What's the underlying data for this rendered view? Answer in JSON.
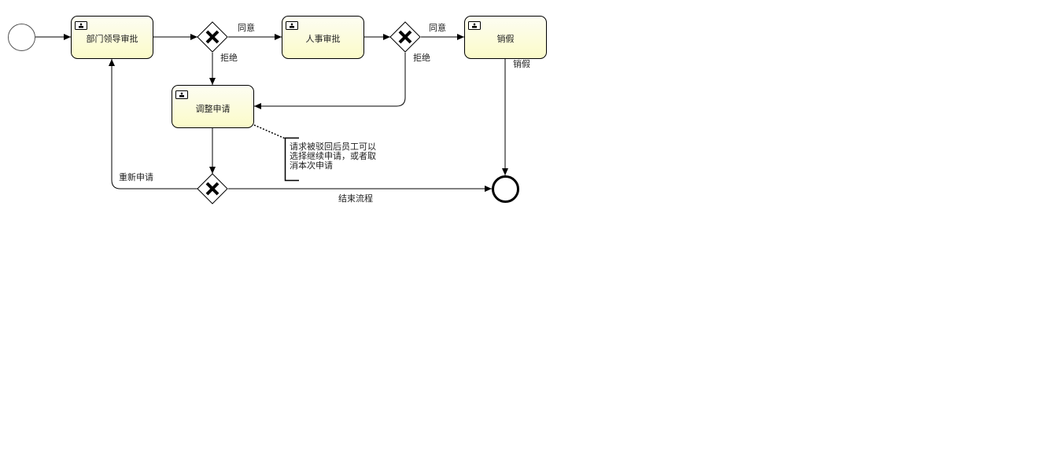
{
  "diagram": {
    "tasks": {
      "dept_approval": "部门领导审批",
      "hr_approval": "人事审批",
      "report_back": "销假",
      "adjust_request": "调整申请"
    },
    "flows": {
      "agree_1": "同意",
      "reject_1": "拒绝",
      "agree_2": "同意",
      "reject_2": "拒绝",
      "report_back_flow": "销假",
      "reapply": "重新申请",
      "end_process": "结束流程"
    },
    "annotation": {
      "line1": "请求被驳回后员工可以",
      "line2": "选择继续申请，或者取",
      "line3": "消本次申请"
    },
    "colors": {
      "task_fill_top": "#fdfdf3",
      "task_fill_bottom": "#fbfbc8",
      "stroke": "#000000"
    },
    "icons": {
      "task_marker": "user-task-icon",
      "gateway_marker": "exclusive-gateway-x-icon"
    }
  }
}
